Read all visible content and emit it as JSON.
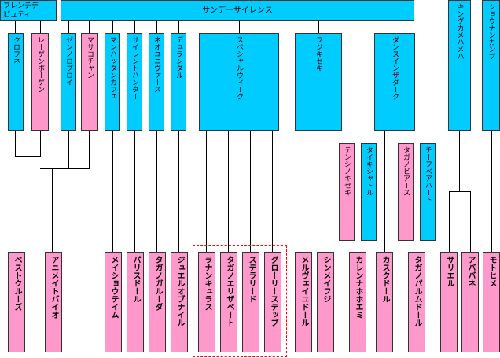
{
  "top": {
    "french_deputy": [
      "フレンチデ",
      "ピュティ"
    ],
    "sunday_silence": "サンデーサイレンス",
    "king_kamehameha": "キングカメハメハ",
    "shonan_kampf": "ショウナンカンプ"
  },
  "sires": {
    "kurofune": "クロフネ",
    "reagan_bogen": "レーゲンボーゲン",
    "zenno_rob_roy": "ゼンノロブロイ",
    "masako_chan": "マサコチャン",
    "manhattan_cafe": "マンハッタンカフェ",
    "silent_hunter": "サイレントハンター",
    "neo_universe": "ネオユニヴァース",
    "durandal": "デュランダル",
    "special_week": "スペシャルウィーク",
    "fuji_kiseki": "フジキセキ",
    "dance_in_the_dark": "ダンスインザダーク"
  },
  "middle": {
    "tenshino_kiseki": "テンシノキセキ",
    "taiki_shuttle": "タイキシャトル",
    "tagano_bi_ars": "タガノビアース",
    "chief_bearheart": "チーフベアハート"
  },
  "offspring": {
    "best_cruise": "ベストクルーズ",
    "animate_bio": "アニメイトバイオ",
    "may_show_tiem": "メイショウテイム",
    "paris_doll": "パリスドール",
    "tagano_guruda": "タガノガルーダ",
    "jewel_of_nile": "ジュエルオブナイル",
    "ranunculus": "ラナンキュラス",
    "tagano_elizabeth": "タガノエリザベート",
    "stella_reed": "ステラリード",
    "glory_step": "グローリーステップ",
    "melvie_idol": "メルヴェイユドール",
    "shin_mei_fuji": "シンメイフジ",
    "karen_nahoemi": "カレンナホホエミ",
    "cask_doll": "カスクドール",
    "tagano_palm_doll": "タガノパルムドール",
    "sariel": "サリエル",
    "abbabane": "アババネ",
    "moto_hime": "モトヒメ"
  },
  "colors": {
    "stallion": "#00ccff",
    "mare": "#ff99cc",
    "highlight_border": "#ff0000"
  }
}
